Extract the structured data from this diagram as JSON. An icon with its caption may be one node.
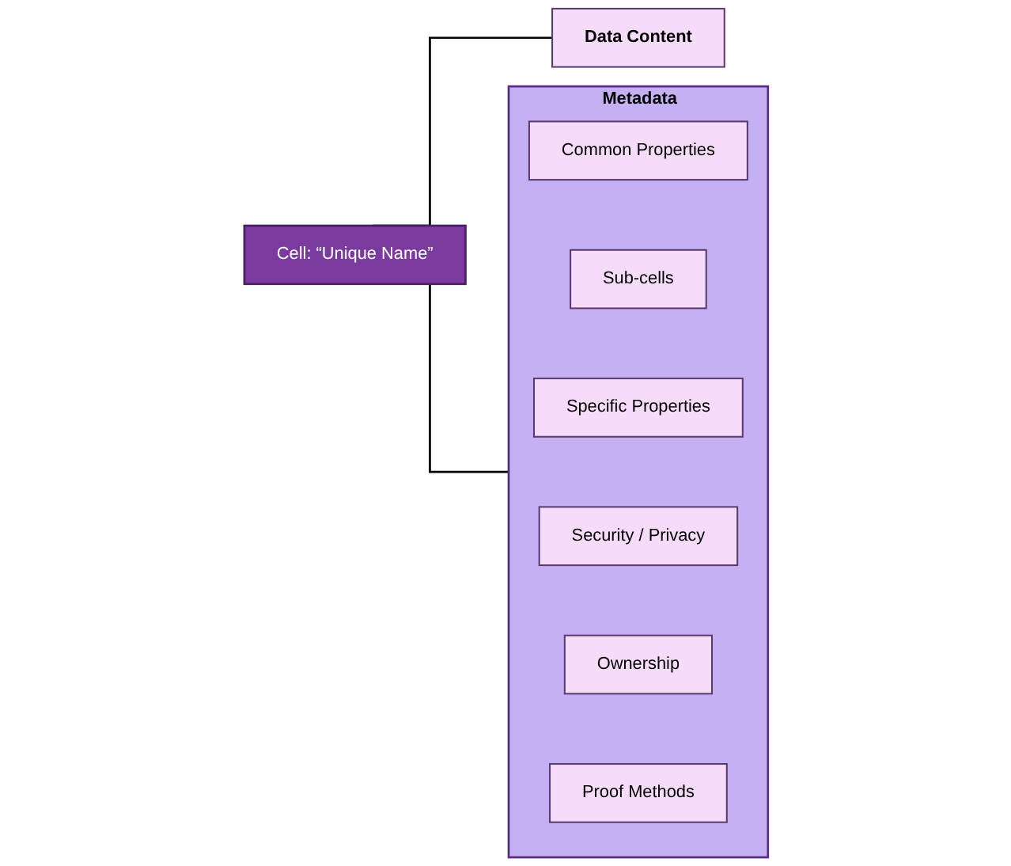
{
  "diagram": {
    "nodes": [
      {
        "text": [
          "Cell: “Unique Name”"
        ]
      },
      {
        "text": [
          "Metadata"
        ]
      },
      {
        "text": [
          "Common Properties"
        ],
        "in": 1
      },
      {
        "text": [
          "Sub-cells"
        ],
        "in": 1
      },
      {
        "text": [
          "Specific Properties"
        ],
        "in": 1
      },
      {
        "text": [
          "Security / Privacy"
        ],
        "in": 1
      },
      {
        "text": [
          "Ownership"
        ],
        "in": 1
      },
      {
        "text": [
          "Proof Methods"
        ],
        "in": 1
      },
      {
        "text": [
          "Data Content"
        ]
      }
    ],
    "edges": [
      {
        "from": 0,
        "to": 1,
        "arrow": "none"
      },
      {
        "from": 0,
        "to": 8,
        "arrow": "none"
      }
    ]
  }
}
